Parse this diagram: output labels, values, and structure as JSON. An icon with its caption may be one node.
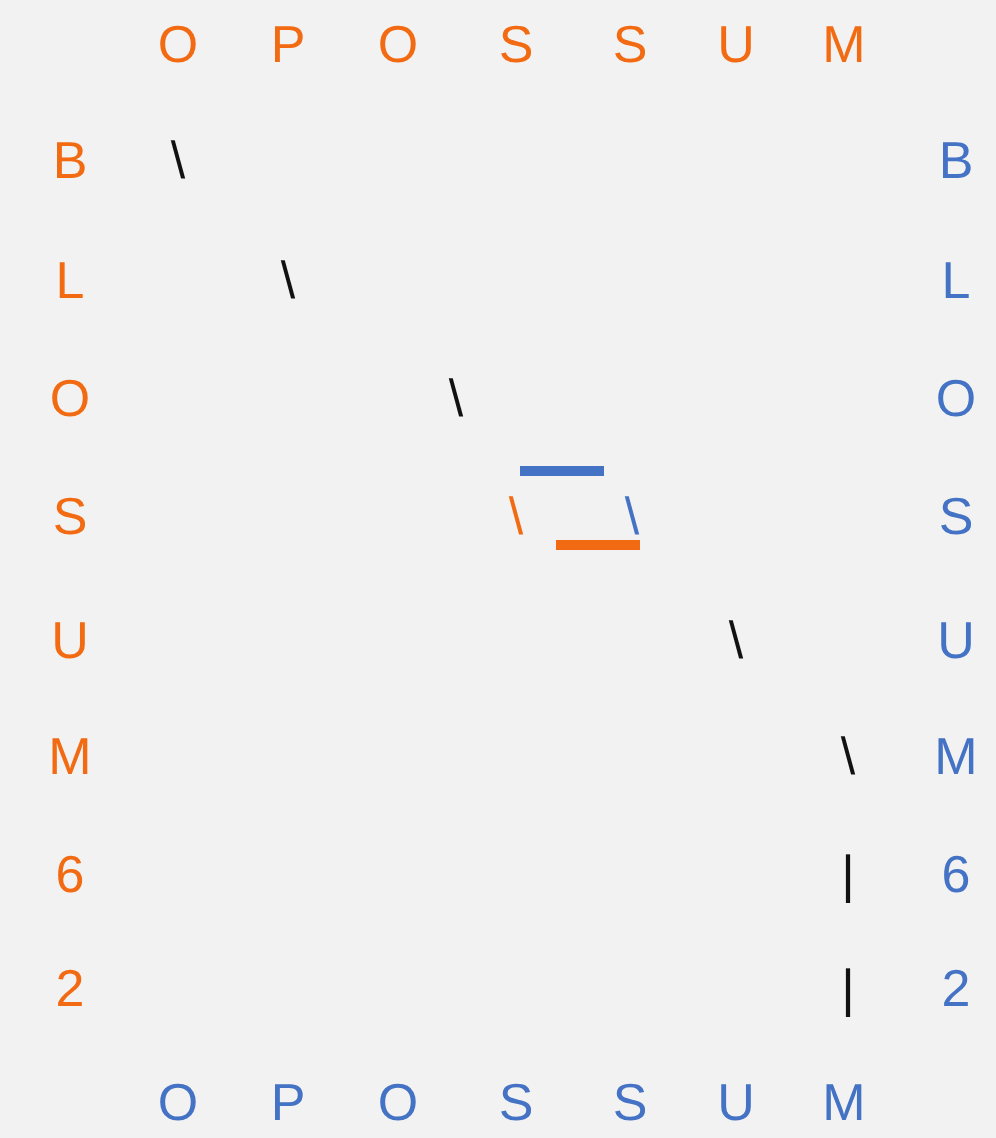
{
  "diagram": {
    "labels": [
      "O",
      "P",
      "O",
      "S",
      "S",
      "U",
      "M",
      "B",
      "\\",
      "B",
      "L",
      "\\",
      "L",
      "O",
      "\\",
      "O",
      "S",
      "\\",
      "\\",
      "S",
      "U",
      "\\",
      "U",
      "M",
      "\\",
      "M",
      "6",
      "|",
      "6",
      "2",
      "|",
      "2",
      "O",
      "P",
      "O",
      "S",
      "S",
      "U",
      "M"
    ]
  }
}
